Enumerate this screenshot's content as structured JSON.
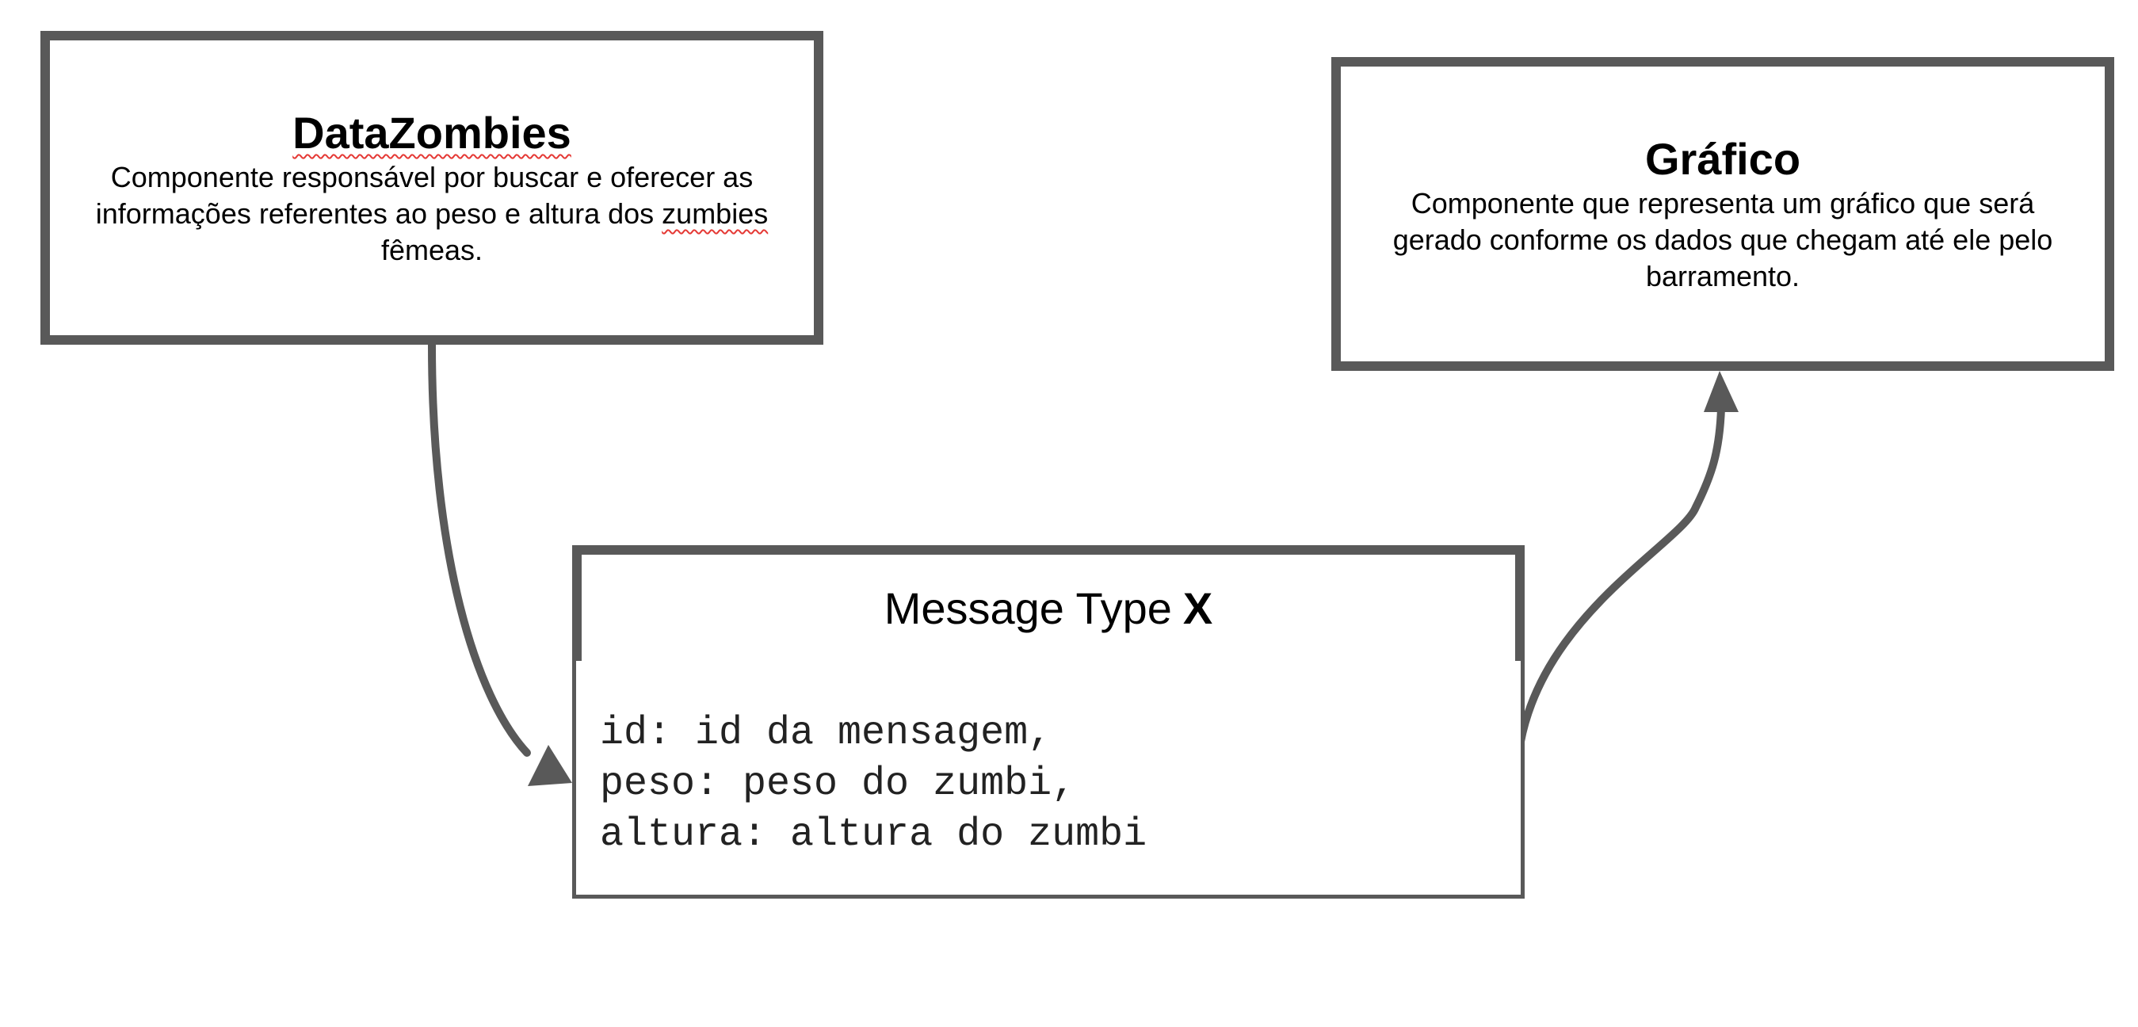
{
  "datazombies": {
    "title_spellchecked": "DataZombies",
    "desc_line1": "Componente responsável por buscar e oferecer as",
    "desc_line2_before": "informações referentes ao peso e altura dos ",
    "desc_line2_spellchecked": "zumbies",
    "desc_line3": "fêmeas."
  },
  "grafico": {
    "title": "Gráfico",
    "desc_line1": "Componente que representa um gráfico que será",
    "desc_line2": "gerado conforme os dados que chegam até ele pelo",
    "desc_line3": "barramento."
  },
  "message": {
    "title_prefix": "Message Type",
    "title_bold": "X",
    "fields": [
      "id: id da mensagem,",
      "peso: peso do zumbi,",
      "altura: altura do zumbi"
    ]
  },
  "colors": {
    "border": "#595959",
    "arrow": "#595959",
    "spellcheck_underline": "#e53935"
  }
}
